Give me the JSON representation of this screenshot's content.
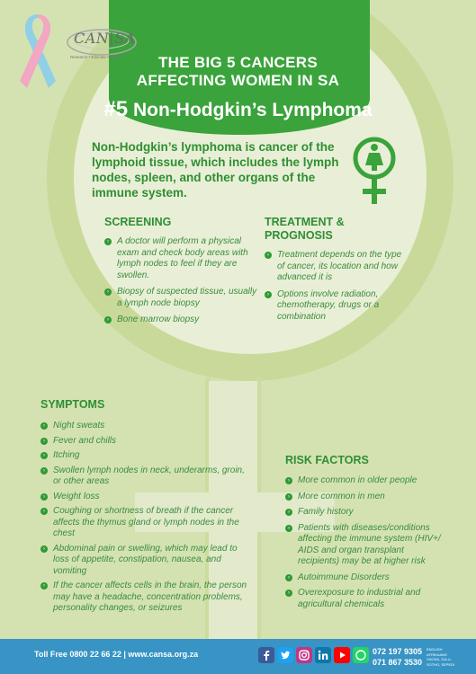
{
  "header": {
    "logo_text": "CAN|SA",
    "logo_tagline": "Research • Educate • Support",
    "title_line1": "THE BIG 5 CANCERS",
    "title_line2": "AFFECTING WOMEN IN SA",
    "number": "#5",
    "subject": "Non-Hodgkin’s Lymphoma"
  },
  "intro": "Non-Hodgkin’s lymphoma is cancer of the lymphoid tissue, which includes the lymph nodes, spleen, and other organs of the immune system.",
  "screening": {
    "heading": "SCREENING",
    "items": [
      "A doctor will perform a physical exam and check body areas with lymph nodes to feel if they are swollen.",
      "Biopsy of suspected tissue, usually a lymph node biopsy",
      "Bone marrow biopsy"
    ]
  },
  "treatment": {
    "heading_line1": "TREATMENT &",
    "heading_line2": "PROGNOSIS",
    "items": [
      "Treatment depends on the type of cancer, its location and how advanced it is",
      "Options involve radiation, chemotherapy, drugs or a combination"
    ]
  },
  "symptoms": {
    "heading": "SYMPTOMS",
    "items": [
      "Night sweats",
      "Fever and chills",
      "Itching",
      "Swollen lymph nodes in neck, underarms, groin, or other areas",
      "Weight loss",
      "Coughing or shortness of breath if the cancer affects the thymus gland or lymph nodes in the chest",
      "Abdominal pain or swelling, which may lead to loss of appetite, constipation, nausea, and vomiting",
      "If the cancer affects cells in the brain, the person may have a headache, concentration problems, personality changes, or seizures"
    ]
  },
  "risk": {
    "heading": "RISK FACTORS",
    "items": [
      "More common in older people",
      "More common in men",
      "Family history",
      "Patients with diseases/conditions affecting the immune system (HIV+/ AIDS and organ transplant recipients) may be at higher risk",
      "Autoimmune Disorders",
      "Overexposure to industrial and agricultural chemicals"
    ]
  },
  "footer": {
    "contact": "Toll Free 0800 22 66 22  |  www.cansa.org.za",
    "phone1": "072 197 9305",
    "phone2": "071 867 3530",
    "phone1_note_a": "ENGLISH",
    "phone1_note_b": "AFRIKAANS",
    "phone2_note_a": "XHOSA, ZULU,",
    "phone2_note_b": "SOTHO, SEPEDI"
  },
  "colors": {
    "green": "#3aa33b",
    "text_green": "#2f8e33",
    "footer_blue": "#3794c4",
    "background": "#d4e2b2"
  },
  "icons": [
    "pink-blue-ribbon-icon",
    "female-symbol-icon",
    "facebook-icon",
    "twitter-icon",
    "instagram-icon",
    "linkedin-icon",
    "youtube-icon",
    "whatsapp-icon"
  ]
}
